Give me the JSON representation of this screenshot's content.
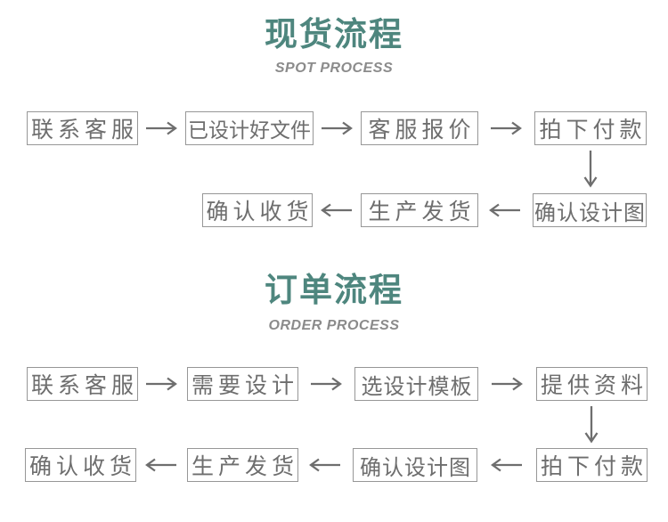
{
  "colors": {
    "background": "#ffffff",
    "title_teal": "#4e867e",
    "subtitle_gray": "#8b8b8b",
    "box_border": "#979797",
    "box_text": "#6e6e6e",
    "arrow": "#6e6e6e"
  },
  "icons": {
    "arrow_right": "→",
    "arrow_left": "←",
    "arrow_down": "↓"
  },
  "sections": [
    {
      "title": "现货流程",
      "subtitle": "SPOT PROCESS",
      "row1": [
        "联系客服",
        "已设计好文件",
        "客服报价",
        "拍下付款"
      ],
      "row2": [
        "确认收货",
        "生产发货",
        "确认设计图"
      ]
    },
    {
      "title": "订单流程",
      "subtitle": "ORDER PROCESS",
      "row1": [
        "联系客服",
        "需要设计",
        "选设计模板",
        "提供资料"
      ],
      "row2": [
        "确认收货",
        "生产发货",
        "确认设计图",
        "拍下付款"
      ]
    }
  ]
}
